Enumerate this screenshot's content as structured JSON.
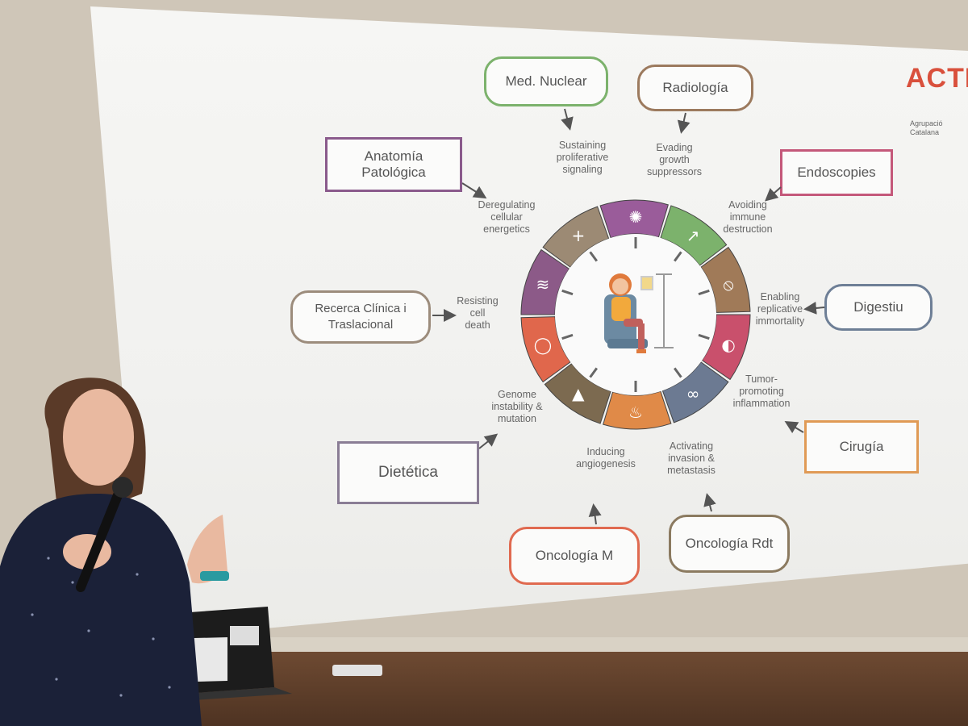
{
  "slide": {
    "logo": {
      "text": "ACTI",
      "subtitle": "Agrupació Catalana"
    },
    "specialties": [
      {
        "label": "Med. Nuclear",
        "shape": "pill",
        "color": "#7cb26c"
      },
      {
        "label": "Radiología",
        "shape": "pill",
        "color": "#9c7a5e"
      },
      {
        "label": "Endoscopies",
        "shape": "rect",
        "color": "#c4587a"
      },
      {
        "label": "Digestiu",
        "shape": "pill",
        "color": "#6e7f96"
      },
      {
        "label": "Cirugía",
        "shape": "rect",
        "color": "#e09a55"
      },
      {
        "label": "Oncología Rdt",
        "shape": "pill",
        "color": "#8b7a60"
      },
      {
        "label": "Oncología M",
        "shape": "pill",
        "color": "#e06a50"
      },
      {
        "label": "Dietética",
        "shape": "rect",
        "color": "#8a7d95"
      },
      {
        "label": "Recerca Clínica i Traslacional",
        "shape": "pill",
        "color": "#9c8c7c"
      },
      {
        "label": "Anatomía Patológica",
        "shape": "rect",
        "color": "#8a5a8c"
      }
    ],
    "hallmarks": [
      {
        "label": "Sustaining proliferative signaling",
        "color": "#7cb26c",
        "icon": "arrow-icon"
      },
      {
        "label": "Evading growth suppressors",
        "color": "#a07a58",
        "icon": "prohibited-icon"
      },
      {
        "label": "Avoiding immune destruction",
        "color": "#c9506c",
        "icon": "pacman-icon"
      },
      {
        "label": "Enabling replicative immortality",
        "color": "#6c7a92",
        "icon": "infinity-icon"
      },
      {
        "label": "Tumor-promoting inflammation",
        "color": "#e08a48",
        "icon": "fire-icon"
      },
      {
        "label": "Activating invasion & metastasis",
        "color": "#7c6a50",
        "icon": "rocket-icon"
      },
      {
        "label": "Inducing angiogenesis",
        "color": "#e0674c",
        "icon": "vessel-icon"
      },
      {
        "label": "Genome instability & mutation",
        "color": "#8c5a88",
        "icon": "dna-icon"
      },
      {
        "label": "Resisting cell death",
        "color": "#9c8a74",
        "icon": "cross-icon"
      },
      {
        "label": "Deregulating cellular energetics",
        "color": "#9a5c9a",
        "icon": "atom-icon"
      }
    ]
  }
}
